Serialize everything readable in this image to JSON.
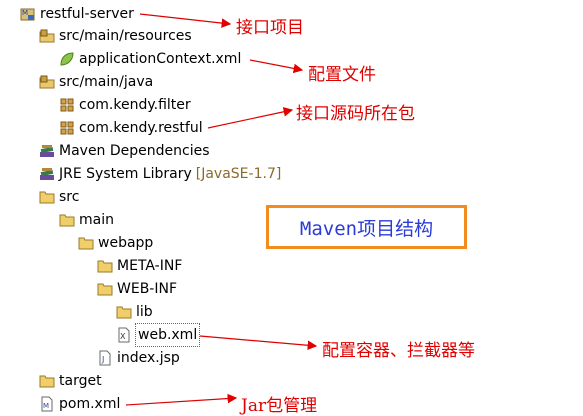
{
  "tree": {
    "items": [
      {
        "label": "restful-server",
        "icon": "maven-project-icon",
        "indent": 0
      },
      {
        "label": "src/main/resources",
        "icon": "source-folder-icon",
        "indent": 1
      },
      {
        "label": "applicationContext.xml",
        "icon": "spring-leaf-icon",
        "indent": 2
      },
      {
        "label": "src/main/java",
        "icon": "source-folder-icon",
        "indent": 1
      },
      {
        "label": "com.kendy.filter",
        "icon": "package-icon",
        "indent": 2
      },
      {
        "label": "com.kendy.restful",
        "icon": "package-icon",
        "indent": 2
      },
      {
        "label": "Maven Dependencies",
        "icon": "library-icon",
        "indent": 1
      },
      {
        "label": "JRE System Library",
        "extra": "[JavaSE-1.7]",
        "icon": "library-icon",
        "indent": 1
      },
      {
        "label": "src",
        "icon": "folder-icon",
        "indent": 1
      },
      {
        "label": "main",
        "icon": "folder-icon",
        "indent": 2
      },
      {
        "label": "webapp",
        "icon": "folder-icon",
        "indent": 3
      },
      {
        "label": "META-INF",
        "icon": "folder-icon",
        "indent": 4
      },
      {
        "label": "WEB-INF",
        "icon": "folder-icon",
        "indent": 4
      },
      {
        "label": "lib",
        "icon": "folder-icon",
        "indent": 5
      },
      {
        "label": "web.xml",
        "icon": "xml-file-icon",
        "indent": 5
      },
      {
        "label": "index.jsp",
        "icon": "jsp-file-icon",
        "indent": 4
      },
      {
        "label": "target",
        "icon": "folder-icon",
        "indent": 1
      },
      {
        "label": "pom.xml",
        "icon": "maven-pom-icon",
        "indent": 1
      }
    ]
  },
  "annotations": {
    "project": "接口项目",
    "config_file": "配置文件",
    "source_package": "接口源码所在包",
    "structure": "Maven项目结构",
    "web_config": "配置容器、拦截器等",
    "jar_manage": "Jar包管理"
  },
  "colors": {
    "annotation_red": "#e00000",
    "box_border": "#f28c1e",
    "box_text": "#2a3bd8"
  }
}
